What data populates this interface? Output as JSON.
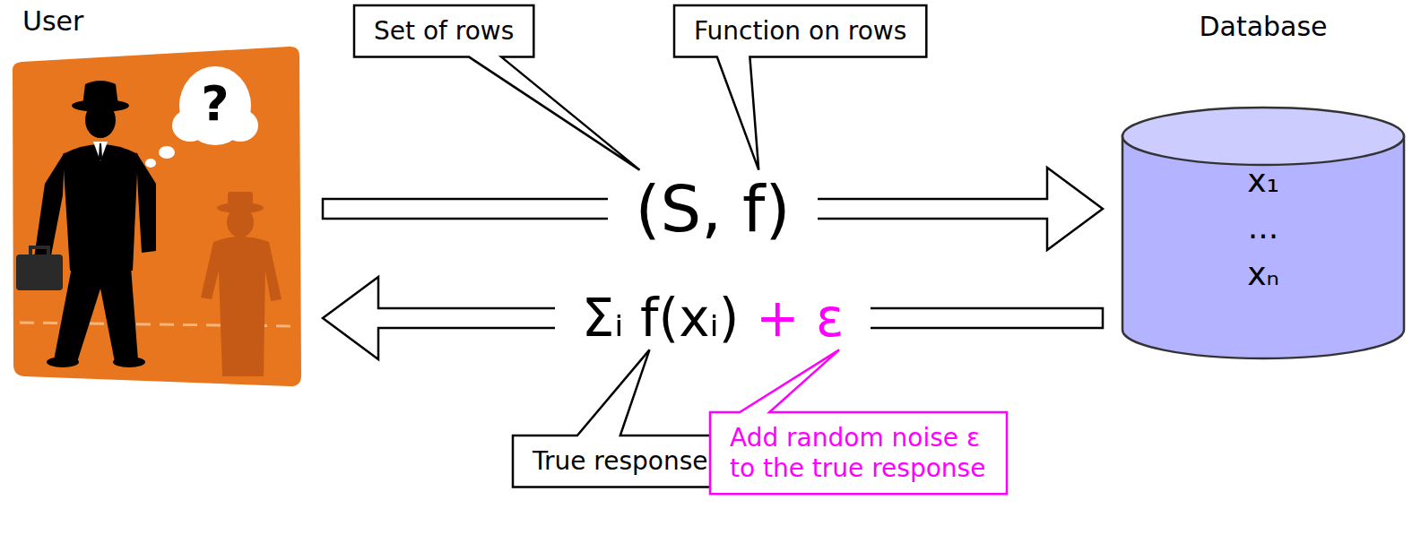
{
  "diagram": {
    "nodes": [
      {
        "text": [
          "User"
        ]
      },
      {
        "text": [
          "Database",
          "x₁ ... xₙ"
        ]
      },
      {
        "text": [
          "Set of rows"
        ]
      },
      {
        "text": [
          "Function on rows"
        ]
      },
      {
        "text": [
          "True response"
        ]
      },
      {
        "text": [
          "Add random noise ε to the true response"
        ]
      }
    ],
    "edges": [
      {
        "from": 0,
        "to": 1,
        "arrow": "to",
        "label": "(S, f)"
      },
      {
        "from": 1,
        "to": 0,
        "arrow": "to",
        "label": "Σᵢ f(xᵢ) + ε"
      }
    ],
    "labels": [
      "?"
    ]
  }
}
